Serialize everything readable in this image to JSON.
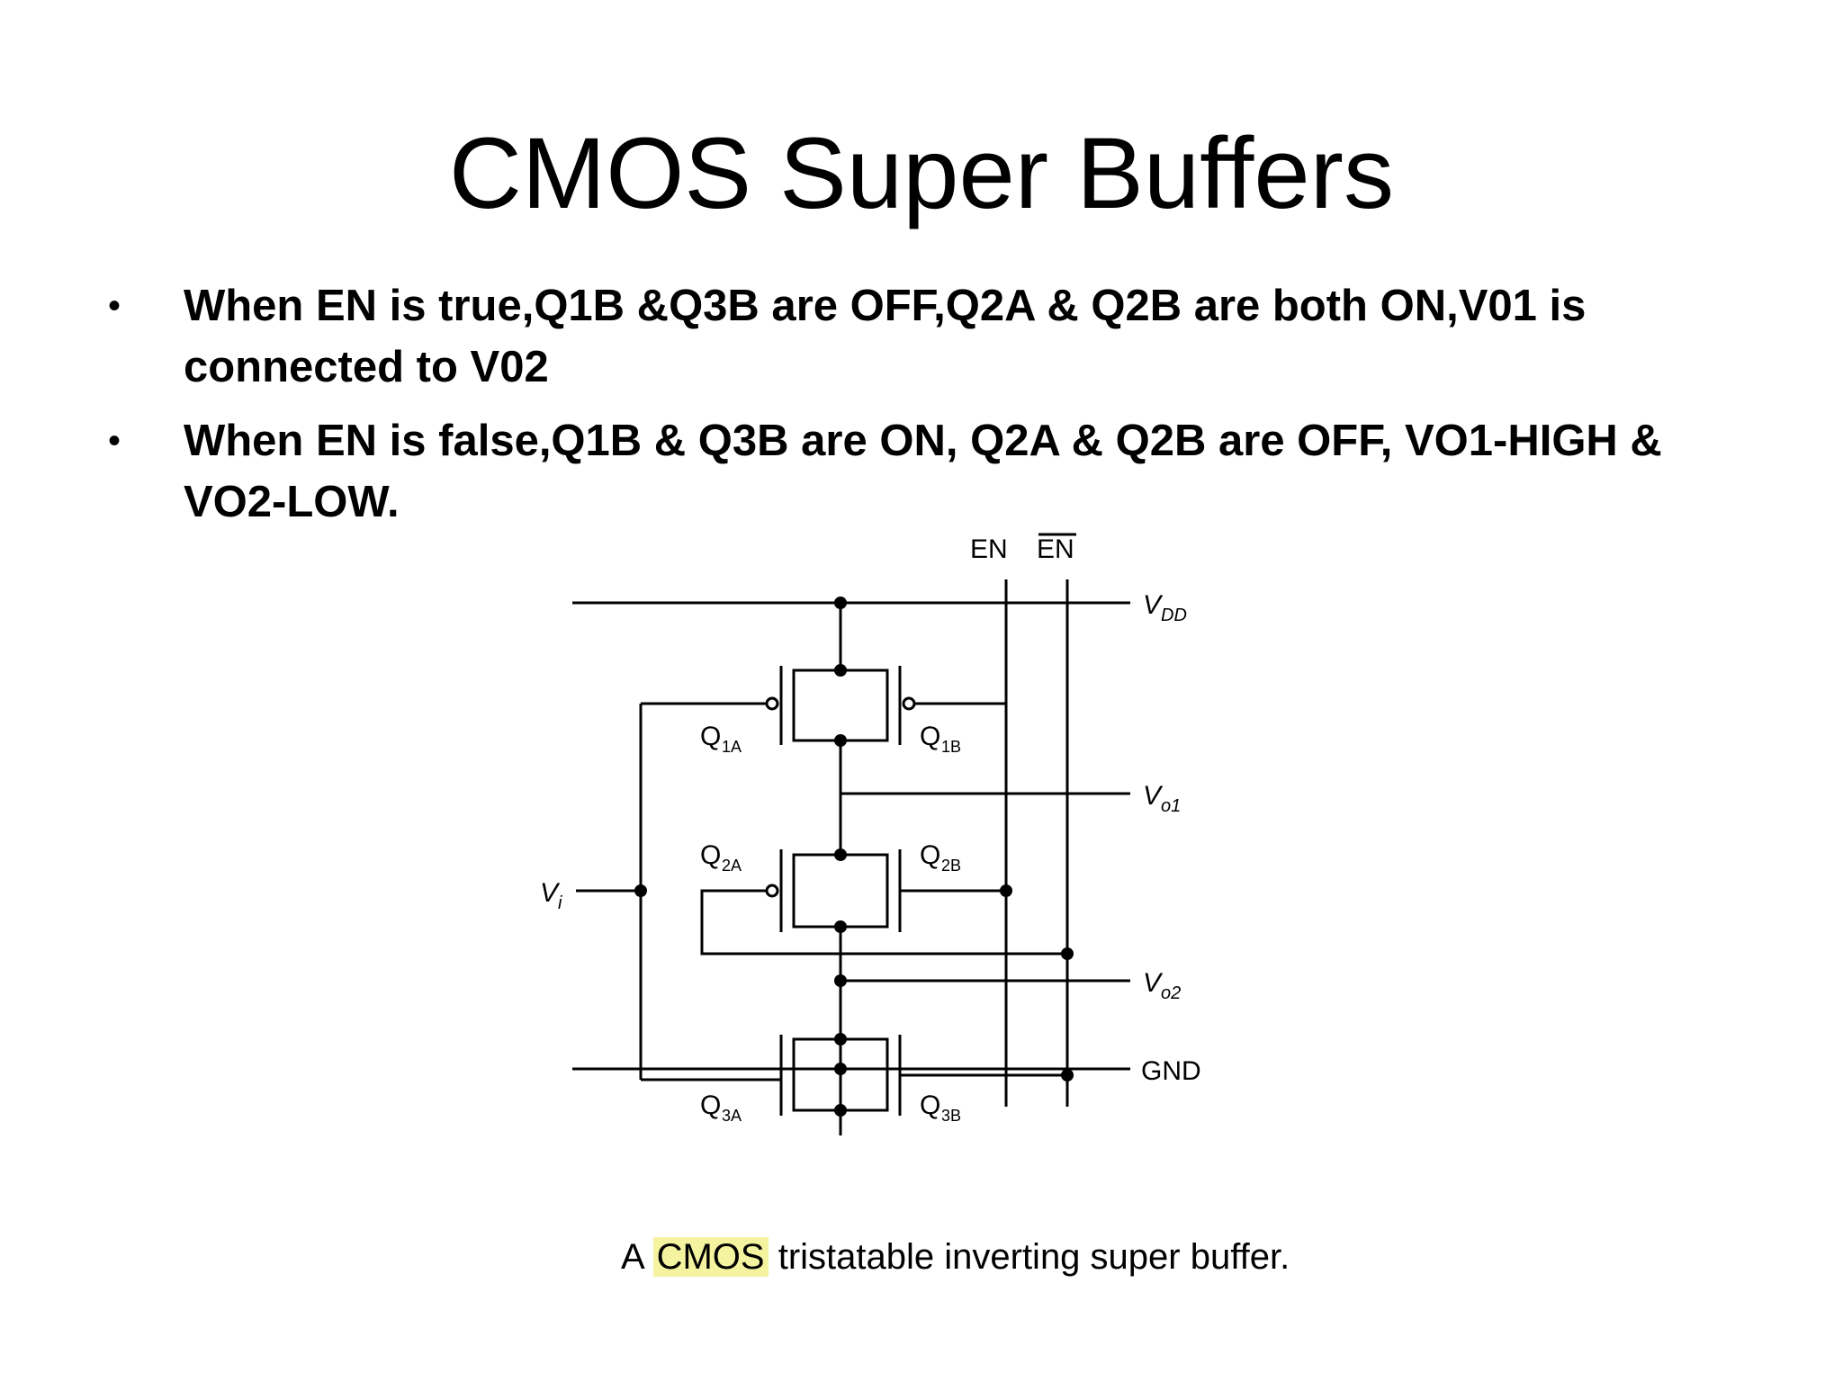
{
  "slide": {
    "title": "CMOS Super Buffers",
    "bullets": [
      {
        "text": "When EN is true,Q1B &Q3B are OFF,Q2A & Q2B are both ON,V01 is connected to V02"
      },
      {
        "text": "When EN is false,Q1B & Q3B are ON, Q2A & Q2B are OFF, VO1-HIGH & VO2-LOW."
      }
    ]
  },
  "diagram": {
    "labels": {
      "en": "EN",
      "en_bar": "EN",
      "vdd": "V",
      "vdd_sub": "DD",
      "vo1": "V",
      "vo1_sub": "o1",
      "vo2": "V",
      "vo2_sub": "o2",
      "vi": "V",
      "vi_sub": "i",
      "gnd": "GND",
      "q1a": "Q",
      "q1a_sub": "1A",
      "q1b": "Q",
      "q1b_sub": "1B",
      "q2a": "Q",
      "q2a_sub": "2A",
      "q2b": "Q",
      "q2b_sub": "2B",
      "q3a": "Q",
      "q3a_sub": "3A",
      "q3b": "Q",
      "q3b_sub": "3B"
    },
    "caption": {
      "prefix": "A ",
      "highlight": "CMOS",
      "suffix": " tristatable inverting super buffer."
    },
    "highlight_color": "#f4f4a0"
  }
}
